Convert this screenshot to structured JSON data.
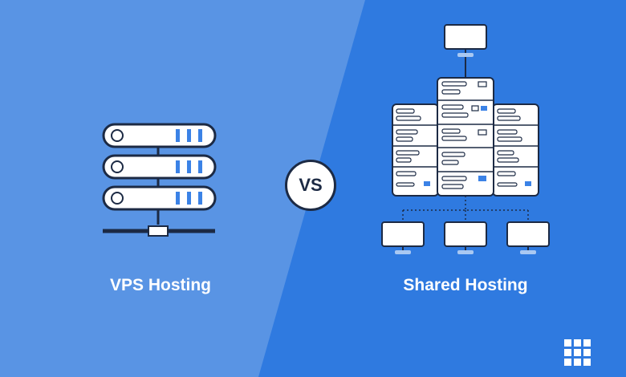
{
  "left_panel": {
    "title": "VPS Hosting"
  },
  "vs_badge": {
    "text": "VS"
  },
  "right_panel": {
    "title": "Shared Hosting"
  },
  "icons": {
    "vps": "vps-server-rack-icon",
    "shared": "shared-server-cluster-icon",
    "brand": "grid-logo-icon"
  },
  "colors": {
    "left_bg": "#5994e4",
    "right_bg": "#2f7ae0",
    "outline": "#1c2a44",
    "accent": "#3b82e6",
    "server_fill": "#ffffff"
  }
}
